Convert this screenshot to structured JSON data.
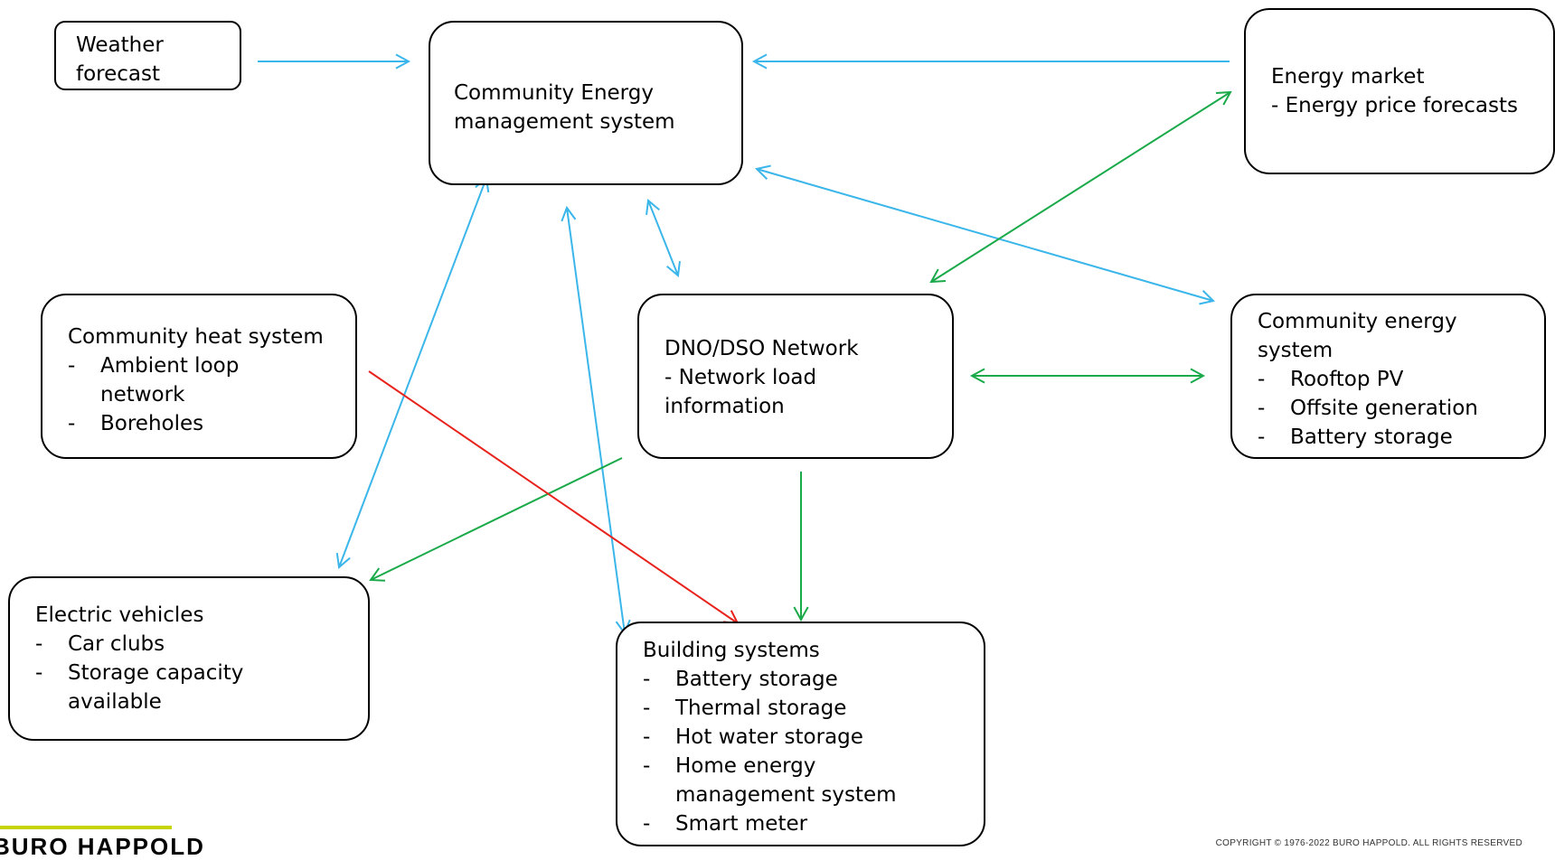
{
  "colors": {
    "blue": "#3bb6ea",
    "green": "#1aaa4a",
    "red": "#e8231d",
    "logo_bar": "#c6d400"
  },
  "nodes": {
    "weather": {
      "lines": [
        "Weather",
        "forecast"
      ]
    },
    "cems": {
      "lines": [
        "Community Energy",
        "management system"
      ]
    },
    "market": {
      "lines": [
        "Energy market",
        "- Energy price forecasts"
      ]
    },
    "heat": {
      "title": "Community heat system",
      "items": [
        [
          "Ambient loop",
          "network"
        ],
        [
          "Boreholes"
        ]
      ]
    },
    "dno": {
      "lines": [
        "DNO/DSO Network",
        "- Network load",
        "information"
      ]
    },
    "ces": {
      "title_lines": [
        "Community energy",
        "system"
      ],
      "items": [
        [
          "Rooftop PV"
        ],
        [
          "Offsite generation"
        ],
        [
          "Battery storage"
        ]
      ]
    },
    "ev": {
      "title": "Electric vehicles",
      "items": [
        [
          "Car clubs"
        ],
        [
          "Storage capacity available"
        ]
      ]
    },
    "building": {
      "title": "Building systems",
      "items": [
        [
          "Battery storage"
        ],
        [
          "Thermal storage"
        ],
        [
          "Hot water storage"
        ],
        [
          "Home energy",
          "management system"
        ],
        [
          "Smart meter"
        ]
      ]
    }
  },
  "edges": [
    {
      "from": "weather",
      "to": "cems",
      "color": "blue",
      "direction": "forward"
    },
    {
      "from": "market",
      "to": "cems",
      "color": "blue",
      "direction": "forward"
    },
    {
      "from": "cems",
      "to": "ces",
      "color": "blue",
      "direction": "both"
    },
    {
      "from": "cems",
      "to": "dno",
      "color": "blue",
      "direction": "both"
    },
    {
      "from": "cems",
      "to": "ev",
      "color": "blue",
      "direction": "both"
    },
    {
      "from": "cems",
      "to": "building",
      "color": "blue",
      "direction": "both"
    },
    {
      "from": "dno",
      "to": "market",
      "color": "green",
      "direction": "both"
    },
    {
      "from": "dno",
      "to": "ces",
      "color": "green",
      "direction": "both"
    },
    {
      "from": "dno",
      "to": "ev",
      "color": "green",
      "direction": "forward"
    },
    {
      "from": "dno",
      "to": "building",
      "color": "green",
      "direction": "forward"
    },
    {
      "from": "heat",
      "to": "building",
      "color": "red",
      "direction": "forward"
    }
  ],
  "logo": {
    "text": "BURO HAPPOLD"
  },
  "copyright": "COPYRIGHT © 1976-2022 BURO HAPPOLD. ALL RIGHTS RESERVED"
}
